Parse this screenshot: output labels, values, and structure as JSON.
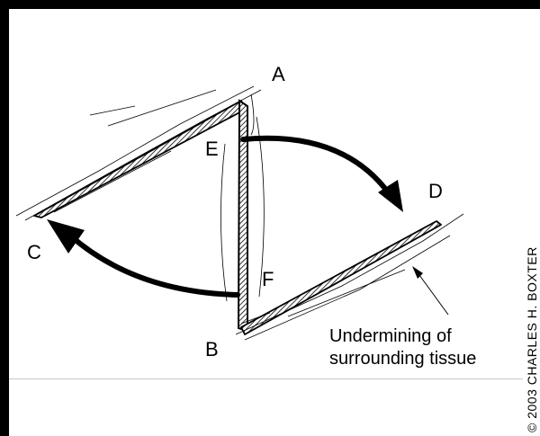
{
  "figure": {
    "vertex_labels": {
      "A": "A",
      "B": "B",
      "C": "C",
      "D": "D",
      "E": "E",
      "F": "F"
    },
    "caption_line1": "Undermining of",
    "caption_line2": "surrounding tissue",
    "copyright": "© 2003 CHARLES H. BOXTER"
  }
}
